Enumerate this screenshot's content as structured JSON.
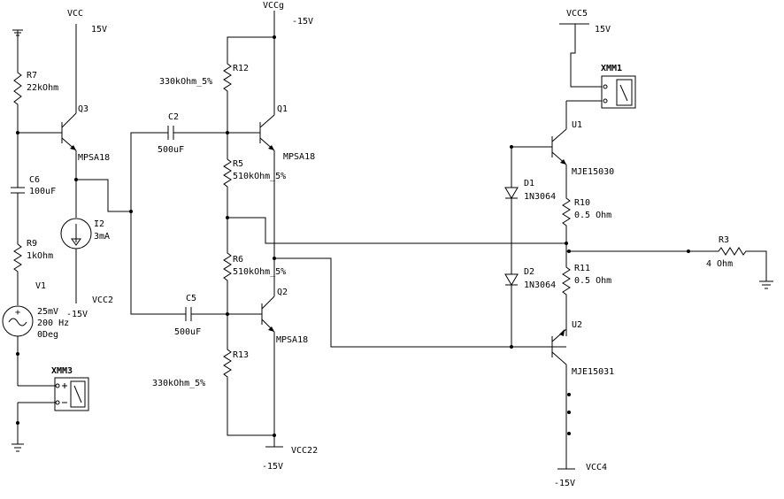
{
  "vcc_top_left": {
    "name": "VCC",
    "voltage": "15V"
  },
  "vccg": {
    "name": "VCCg",
    "voltage": "-15V"
  },
  "vcc5": {
    "name": "VCC5",
    "voltage": "15V"
  },
  "vcc2": {
    "name": "VCC2",
    "voltage": "-15V"
  },
  "vcc22": {
    "name": "VCC22",
    "voltage": "-15V"
  },
  "vcc4": {
    "name": "VCC4",
    "voltage": "-15V"
  },
  "r7": {
    "ref": "R7",
    "value": "22kOhm"
  },
  "q3": {
    "ref": "Q3",
    "model": "MPSA18"
  },
  "c6": {
    "ref": "C6",
    "value": "100uF"
  },
  "i2": {
    "ref": "I2",
    "value": "3mA"
  },
  "r9": {
    "ref": "R9",
    "value": "1kOhm"
  },
  "v1": {
    "ref": "V1",
    "amplitude": "25mV",
    "frequency": "200 Hz",
    "phase": "0Deg"
  },
  "xmm3": {
    "ref": "XMM3"
  },
  "xmm1": {
    "ref": "XMM1"
  },
  "r12": {
    "ref": "R12",
    "value": "330kOhm_5%"
  },
  "c2": {
    "ref": "C2",
    "value": "500uF"
  },
  "q1": {
    "ref": "Q1",
    "model": "MPSA18"
  },
  "r5": {
    "ref": "R5",
    "value": "510kOhm_5%"
  },
  "r6": {
    "ref": "R6",
    "value": "510kOhm_5%"
  },
  "q2": {
    "ref": "Q2",
    "model": "MPSA18"
  },
  "c5": {
    "ref": "C5",
    "value": "500uF"
  },
  "r13": {
    "ref": "R13",
    "value": "330kOhm_5%"
  },
  "u1": {
    "ref": "U1",
    "model": "MJE15030"
  },
  "d1": {
    "ref": "D1",
    "model": "1N3064"
  },
  "r10": {
    "ref": "R10",
    "value": "0.5 Ohm"
  },
  "d2": {
    "ref": "D2",
    "model": "1N3064"
  },
  "r11": {
    "ref": "R11",
    "value": "0.5 Ohm"
  },
  "u2": {
    "ref": "U2",
    "model": "MJE15031"
  },
  "r3": {
    "ref": "R3",
    "value": "4 Ohm"
  },
  "meter_plus": "+"
}
